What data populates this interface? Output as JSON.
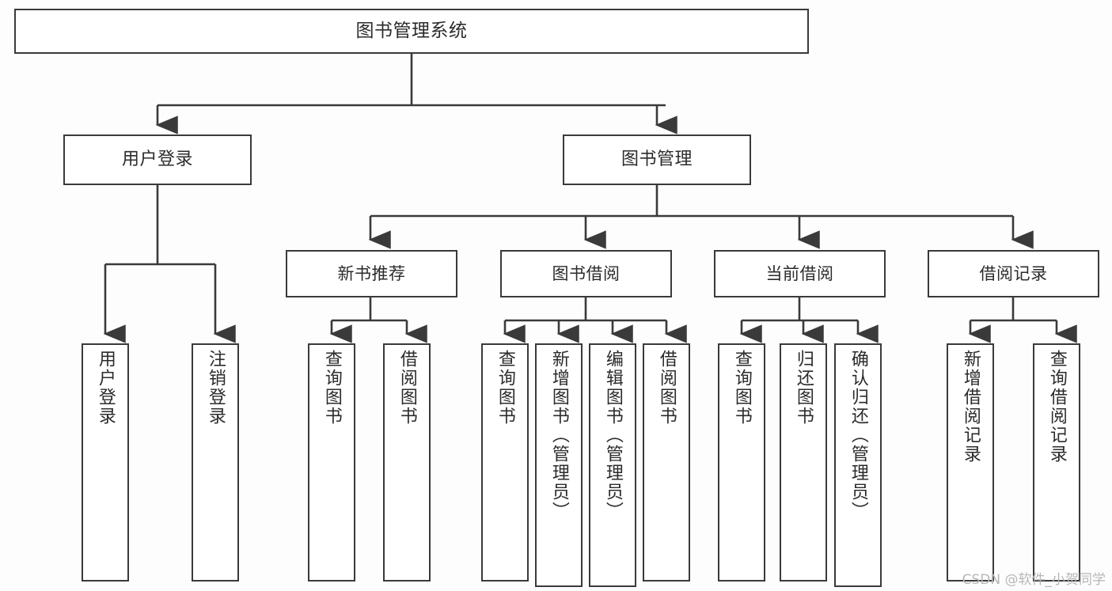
{
  "diagram": {
    "title": "图书管理系统",
    "type": "tree",
    "stroke_color": "#3a3a3a",
    "fill_color": "#ffffff",
    "background_color": "#fdfdfd",
    "text_color": "#2b2b2b"
  },
  "root": {
    "label": "图书管理系统"
  },
  "level1": [
    {
      "label": "用户登录"
    },
    {
      "label": "图书管理"
    }
  ],
  "level2": [
    {
      "label": "新书推荐"
    },
    {
      "label": "图书借阅"
    },
    {
      "label": "当前借阅"
    },
    {
      "label": "借阅记录"
    }
  ],
  "leaves": {
    "user_login": [
      {
        "label": "用户登录"
      },
      {
        "label": "注销登录"
      }
    ],
    "new_book": [
      {
        "label": "查询图书"
      },
      {
        "label": "借阅图书"
      }
    ],
    "book_borrow": [
      {
        "label": "查询图书"
      },
      {
        "label": "新增图书（管理员）"
      },
      {
        "label": "编辑图书（管理员）"
      },
      {
        "label": "借阅图书"
      }
    ],
    "current_borrow": [
      {
        "label": "查询图书"
      },
      {
        "label": "归还图书"
      },
      {
        "label": "确认归还（管理员）"
      }
    ],
    "borrow_record": [
      {
        "label": "新增借阅记录"
      },
      {
        "label": "查询借阅记录"
      }
    ]
  },
  "watermark": {
    "text": "CSDN @软件_小贺同学"
  }
}
